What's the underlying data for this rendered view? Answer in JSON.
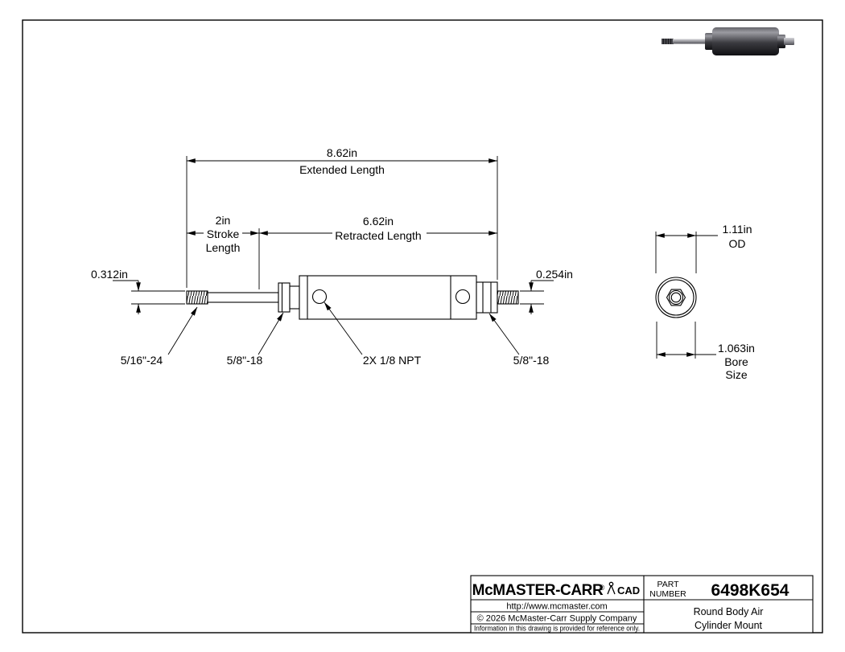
{
  "side_view": {
    "extended": {
      "value": "8.62in",
      "label": "Extended Length"
    },
    "stroke": {
      "value": "2in",
      "label_1": "Stroke",
      "label_2": "Length"
    },
    "retracted": {
      "value": "6.62in",
      "label": "Retracted Length"
    },
    "rod_diameter": "0.312in",
    "stub_diameter": "0.254in",
    "rod_thread": "5/16\"-24",
    "front_thread": "5/8\"-18",
    "ports": "2X 1/8 NPT",
    "rear_thread": "5/8\"-18"
  },
  "end_view": {
    "od": {
      "value": "1.11in",
      "label": "OD"
    },
    "bore": {
      "value": "1.063in",
      "label_1": "Bore",
      "label_2": "Size"
    }
  },
  "title_block": {
    "brand": "McMASTER-CARR",
    "registered": "®",
    "cad_label": "CAD",
    "website": "http://www.mcmaster.com",
    "copyright": "© 2026 McMaster-Carr Supply Company",
    "disclaimer": "Information in this drawing is provided for reference only.",
    "part_label_line1": "PART",
    "part_label_line2": "NUMBER",
    "part_number": "6498K654",
    "description_line1": "Round Body Air",
    "description_line2": "Cylinder Mount"
  }
}
